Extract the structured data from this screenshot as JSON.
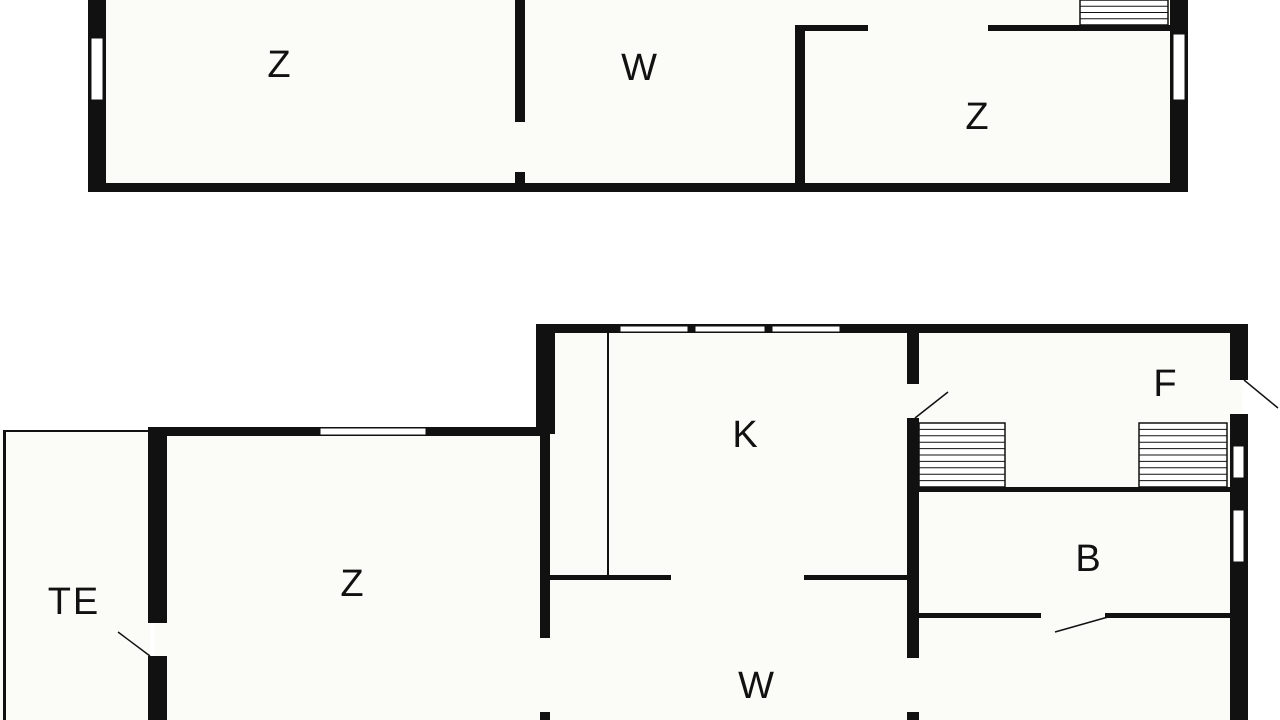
{
  "floor_plan": {
    "upper_floor": {
      "rooms": [
        {
          "id": "upper-left",
          "label": "Z"
        },
        {
          "id": "upper-middle",
          "label": "W"
        },
        {
          "id": "upper-right",
          "label": "Z"
        }
      ]
    },
    "lower_floor": {
      "rooms": [
        {
          "id": "terrace",
          "label": "TE"
        },
        {
          "id": "living-left",
          "label": "Z"
        },
        {
          "id": "kitchen",
          "label": "K"
        },
        {
          "id": "storage",
          "label": "F"
        },
        {
          "id": "bath",
          "label": "B"
        },
        {
          "id": "hall",
          "label": "W"
        }
      ]
    }
  },
  "colors": {
    "wall": "#111111",
    "floor": "#fbfbf7",
    "window": "#ffffff",
    "background": "#ffffff"
  }
}
